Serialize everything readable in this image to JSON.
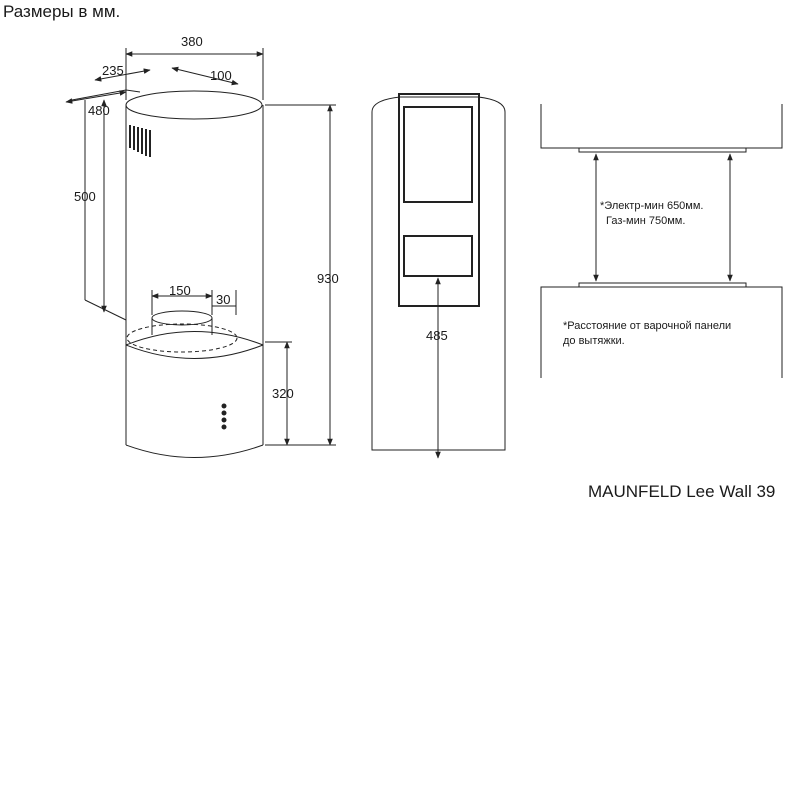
{
  "header": {
    "note": "Размеры в мм."
  },
  "model": {
    "name": "MAUNFELD Lee Wall 39"
  },
  "side_view": {
    "dims": {
      "top_width": "380",
      "depth_235": "235",
      "depth_100": "100",
      "depth_480": "480",
      "height_500": "500",
      "total_height": "930",
      "outlet_diameter": "150",
      "outlet_offset": "30",
      "lower_height": "320"
    }
  },
  "front_view": {
    "dims": {
      "height_485": "485"
    }
  },
  "install_view": {
    "note_min_lines": [
      "*Электр-мин 650мм.",
      "Газ-мин 750мм."
    ],
    "note_distance_lines": [
      "*Расстояние от варочной панели",
      "до вытяжки."
    ]
  }
}
